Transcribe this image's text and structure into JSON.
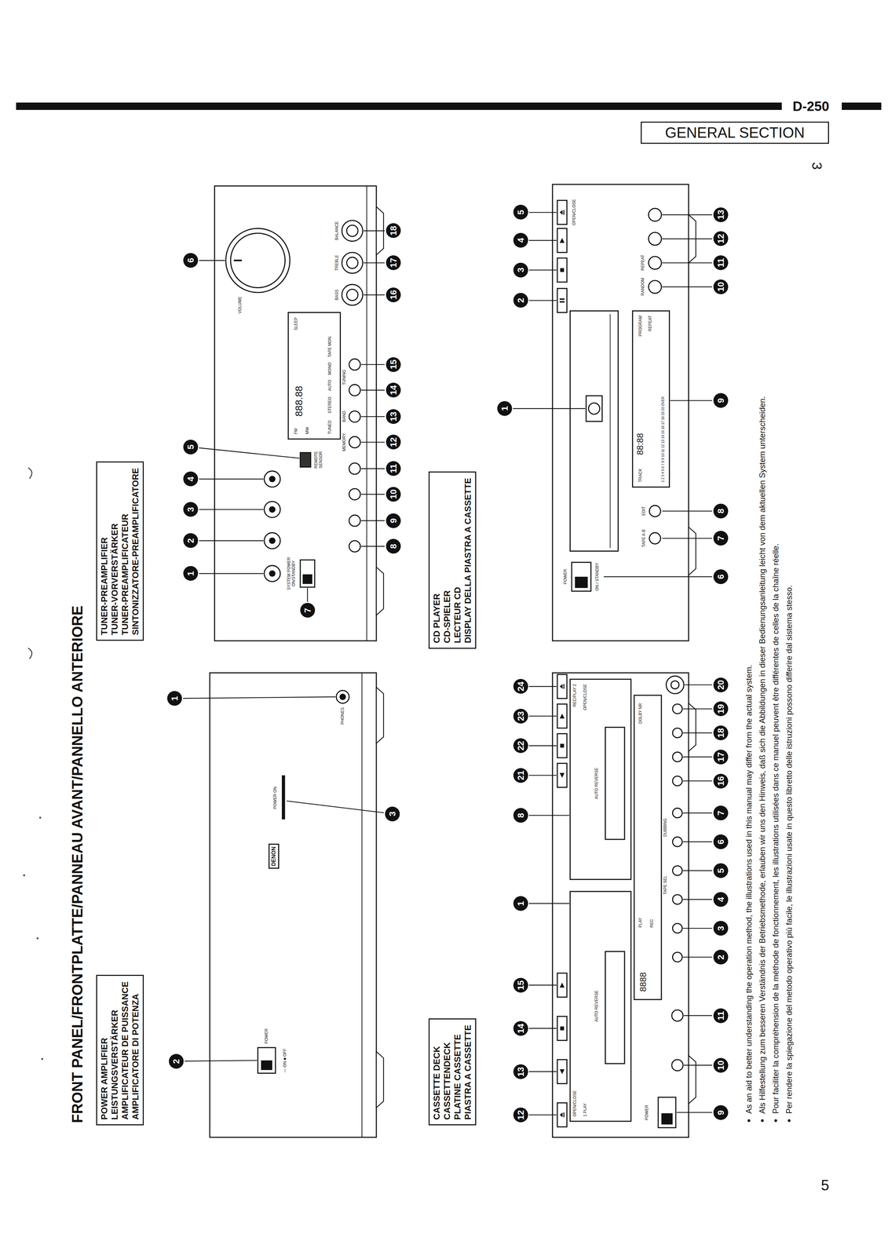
{
  "diagram": {
    "title": "FRONT PANEL/FRONTPLATTE/PANNEAU AVANT/PANNELLO ANTERIORE",
    "nodes": [
      {
        "text": [
          "GENERAL SECTION"
        ]
      },
      {
        "text": [
          "POWER AMPLIFIER",
          "LEISTUNGSVERSTÄRKER",
          "AMPLIFICATEUR DE PUISSANCE",
          "AMPLIFICATORE DI POTENZA"
        ]
      },
      {
        "text": [
          "TUNER-PREAMPLIFIER",
          "TUNER-VORVERSTÄRKER",
          "TUNER-PREAMPLIFICATEUR",
          "SINTONIZZATORE-PREAMPLIFICATORE"
        ]
      },
      {
        "text": [
          "CASSETTE DECK",
          "CASSETTENDECK",
          "PLATINE CASSETTE",
          "PIASTRA A CASSETTE"
        ]
      },
      {
        "text": [
          "CD PLAYER",
          "CD-SPIELER",
          "LECTEUR CD",
          "DISPLAY DELLA PIASTRA A CASSETTE"
        ]
      }
    ],
    "labels": [
      "D-250",
      "3",
      "5",
      "POWER",
      "— ON ■ OFF",
      "DENON",
      "POWER ON",
      "PHONES",
      "1",
      "2",
      "3",
      "1",
      "2",
      "3",
      "4",
      "5",
      "6",
      "7",
      "8",
      "9",
      "10",
      "11",
      "12",
      "13",
      "14",
      "15",
      "16",
      "17",
      "18",
      "VOLUME",
      "SYSTEM POWER ON/STANDBY",
      "REMOTE SENSOR",
      "BASS",
      "TREBLE",
      "BALANCE",
      "TUNING",
      "BAND",
      "MEMORY",
      "FM",
      "MW",
      "888.88",
      "SLEEP",
      "TUNED",
      "STEREO",
      "AUTO",
      "MONO",
      "TAPE MON",
      "1",
      "2",
      "3",
      "4",
      "5",
      "6",
      "7",
      "8",
      "9",
      "10",
      "11",
      "12",
      "13",
      "POWER",
      "ON / STANDBY",
      "OPEN/CLOSE",
      "TAPE A·B",
      "EDIT",
      "RANDOM",
      "REPEAT",
      "TRACK",
      "88:88",
      "PROGRAM",
      "REPEAT",
      "1 2 3 4 5 6 7 8 9 10 11 12 13 14 15 16 17 18 19 20 OVER",
      "1",
      "2",
      "3",
      "4",
      "5",
      "6",
      "7",
      "8",
      "9",
      "10",
      "11",
      "12",
      "13",
      "14",
      "15",
      "16",
      "17",
      "18",
      "19",
      "20",
      "21",
      "22",
      "23",
      "24",
      "POWER",
      "OPEN/CLOSE",
      "1 PLAY",
      "AUTO REVERSE",
      "AUTO REVERSE",
      "REC/PLAY 2",
      "OPEN/CLOSE",
      "8888",
      "PLAY",
      "REC",
      "DOLBY NR",
      "TAPE SEL",
      "DUBBING",
      "As an aid to better understanding the operation method, the illustrations used in this manual may differ from the actual system.",
      "Als Hilfestellung zum besseren Verständnis der Betriebsmethode, erlauben wir uns den Hinweis, daß sich die Abbildungen in dieser Bedienungsanleitung leicht von dem aktuellen System unterscheiden.",
      "Pour faciliter la compréhension de la méthode de fonctionnement, les illustrations utilisées dans ce manuel peuvent être différentes de celles de la chaîne réelle.",
      "Per rendere la spiegazione del metodo operativo più facile, le illustrazioni usate in questo libretto delle istruzioni possono differire dal sistema stesso."
    ]
  }
}
